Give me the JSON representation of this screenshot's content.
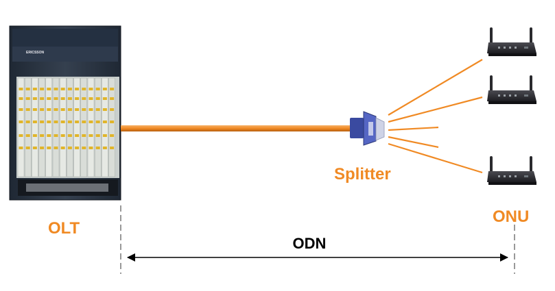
{
  "colors": {
    "accent": "#f08a24",
    "fiber": "#f08a24",
    "splitter": "#3f4fa6",
    "chassis": "#2b3545",
    "router": "#2a2a2e",
    "dimension_line": "#000000"
  },
  "labels": {
    "olt": "OLT",
    "splitter": "Splitter",
    "onu": "ONU",
    "odn": "ODN"
  },
  "olt": {
    "brand_text": "ERICSSON"
  },
  "icons": {
    "olt": "olt-chassis-icon",
    "splitter": "splitter-icon",
    "onu": "router-icon"
  },
  "onu_count": 3,
  "split_branches": 5
}
